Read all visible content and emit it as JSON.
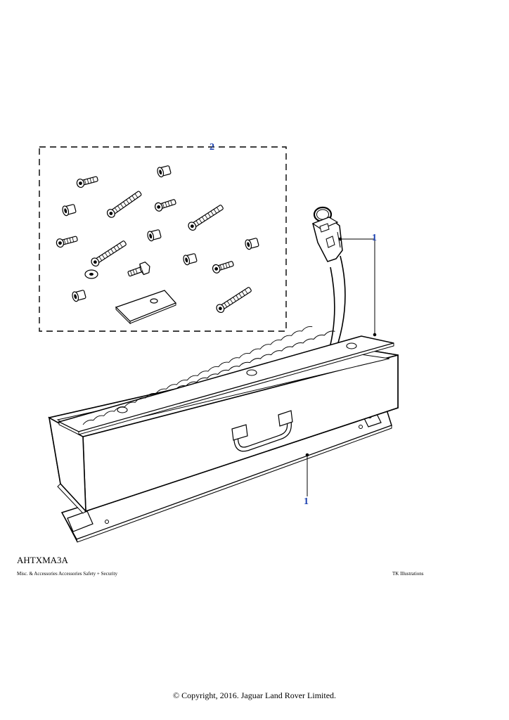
{
  "callouts": {
    "kit": "2",
    "lock_key": "1",
    "case": "1"
  },
  "footer": {
    "reference": "AHTXMA3A",
    "category": "Misc. & Accessories Accessories Safety + Security",
    "studio": "TK Illustrations",
    "copyright": "© Copyright, 2016. Jaguar Land Rover Limited."
  },
  "colors": {
    "line": "#000000",
    "callout": "#1a3fb0",
    "background": "#ffffff"
  }
}
